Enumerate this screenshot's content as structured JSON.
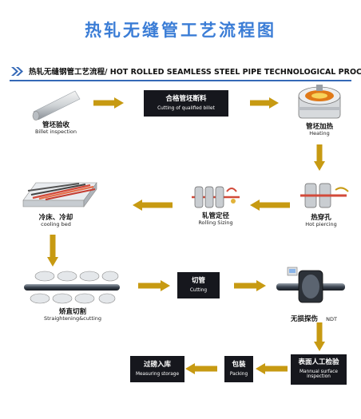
{
  "title": "热轧无缝管工艺流程图",
  "subtitle": "热轧无缝钢管工艺流程/ HOT ROLLED SEAMLESS STEEL PIPE TECHNOLOGICAL  PROCESS",
  "colors": {
    "title": "#3b7dd6",
    "arrow": "#c79a12",
    "box": "#16171d",
    "rule": "#3569b7"
  },
  "steps": {
    "billet_inspection": {
      "zh": "管坯验收",
      "en": "Billet inspection"
    },
    "cutting_billet": {
      "zh": "合格管坯断料",
      "en": "Cutting of qualified billet"
    },
    "heating": {
      "zh": "管坯加热",
      "en": "Heating"
    },
    "piercing": {
      "zh": "热穿孔",
      "en": "Hot piercing"
    },
    "rolling_sizing": {
      "zh": "轧管定径",
      "en": "Rolling Sizing"
    },
    "cooling_bed": {
      "zh": "冷床、冷却",
      "en": "cooling bed"
    },
    "straightening": {
      "zh": "矫直切割",
      "en": "Straightening&cutting"
    },
    "cutting": {
      "zh": "切管",
      "en": "Cutting"
    },
    "ndt": {
      "zh": "无损探伤",
      "en": "NDT"
    },
    "manual_inspection": {
      "zh": "表面人工检验",
      "en": "Mannual surface inspection"
    },
    "packing": {
      "zh": "包装",
      "en": "Packing"
    },
    "storage": {
      "zh": "过磅入库",
      "en": "Measuring storage"
    }
  }
}
